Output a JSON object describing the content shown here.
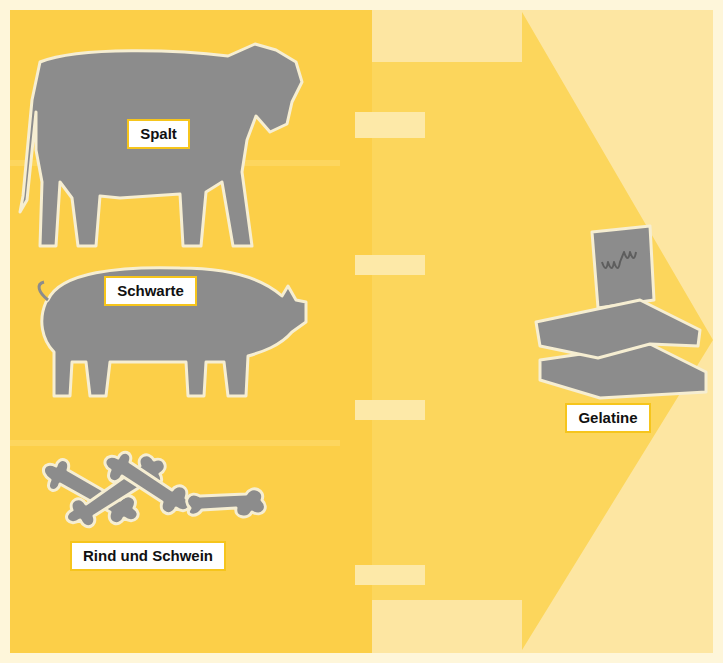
{
  "diagram": {
    "nodes": [
      {
        "text": [
          "Spalt"
        ]
      },
      {
        "text": [
          "Schwarte"
        ]
      },
      {
        "text": [
          "Rind und Schwein"
        ]
      },
      {
        "text": [
          "Gelatine"
        ]
      }
    ]
  }
}
